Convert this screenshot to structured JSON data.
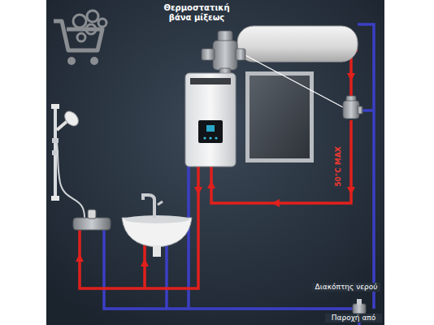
{
  "diagram": {
    "labels": [
      "Θερμοστατική βάνα μίξεως",
      "50°C MAX",
      "Διακόπτης νερού",
      "Παροχή από"
    ]
  }
}
